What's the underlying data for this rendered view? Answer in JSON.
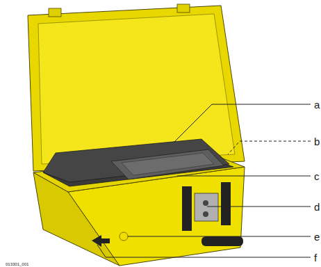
{
  "diagram": {
    "labels": [
      "a",
      "b",
      "c",
      "d",
      "e",
      "f",
      "013301_001"
    ]
  }
}
